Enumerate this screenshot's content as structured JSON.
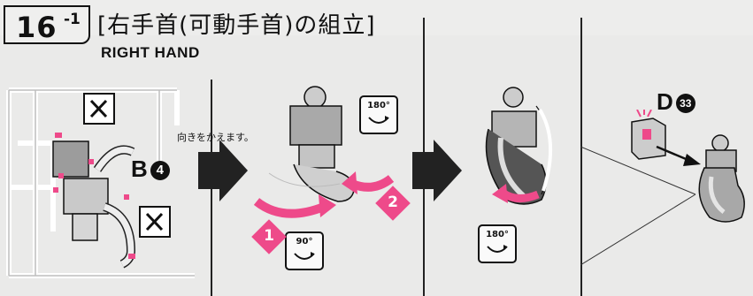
{
  "step": {
    "number": "16",
    "sub": "-1"
  },
  "title_jp": "[右手首(可動手首)の組立]",
  "title_en": "RIGHT HAND",
  "instruction_note": "向きをかえます。",
  "parts": {
    "b": {
      "letter": "B",
      "num": "4"
    },
    "d": {
      "letter": "D",
      "num": "33"
    }
  },
  "rotations": {
    "r1": "180°",
    "r2": "90°",
    "r3": "180°"
  },
  "step_markers": {
    "one": "1",
    "two": "2"
  },
  "colors": {
    "accent_pink": "#ee4a8a",
    "line": "#111111",
    "part_gray": "#a8a8a8"
  }
}
